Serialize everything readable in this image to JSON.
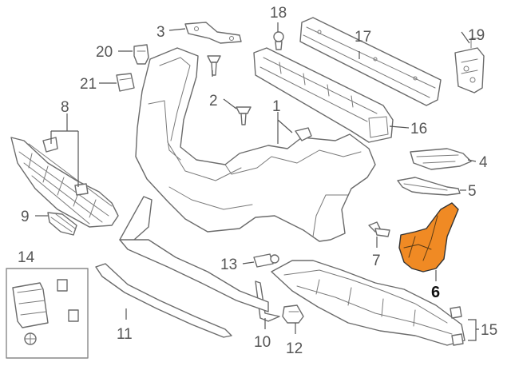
{
  "highlight_color": "#f08a24",
  "callouts": [
    {
      "id": "1",
      "text": "1"
    },
    {
      "id": "2",
      "text": "2"
    },
    {
      "id": "3",
      "text": "3"
    },
    {
      "id": "4",
      "text": "4"
    },
    {
      "id": "5",
      "text": "5"
    },
    {
      "id": "6",
      "text": "6"
    },
    {
      "id": "7",
      "text": "7"
    },
    {
      "id": "8",
      "text": "8"
    },
    {
      "id": "9",
      "text": "9"
    },
    {
      "id": "10",
      "text": "10"
    },
    {
      "id": "11",
      "text": "11"
    },
    {
      "id": "12",
      "text": "12"
    },
    {
      "id": "13",
      "text": "13"
    },
    {
      "id": "14",
      "text": "14"
    },
    {
      "id": "15",
      "text": "15"
    },
    {
      "id": "16",
      "text": "16"
    },
    {
      "id": "17",
      "text": "17"
    },
    {
      "id": "18",
      "text": "18"
    },
    {
      "id": "19",
      "text": "19"
    },
    {
      "id": "20",
      "text": "20"
    },
    {
      "id": "21",
      "text": "21"
    }
  ]
}
